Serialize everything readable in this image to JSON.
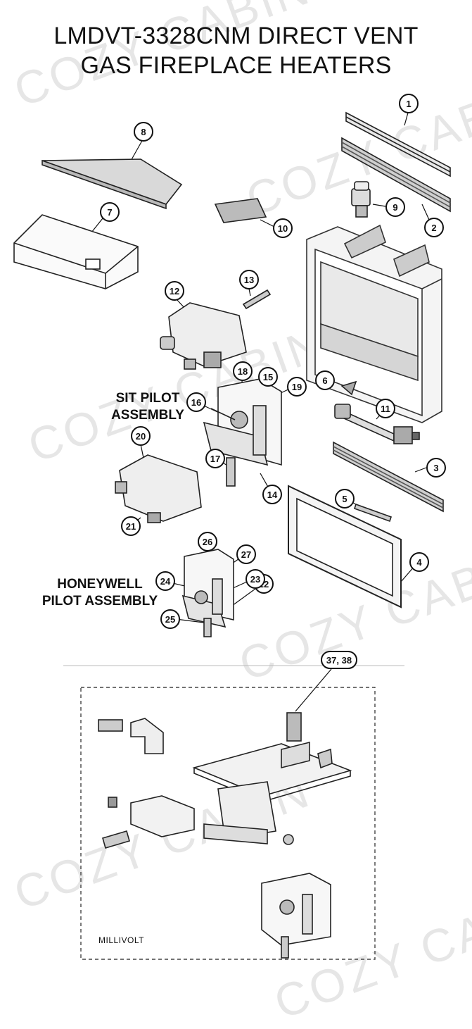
{
  "title": {
    "line1": "LMDVT-3328CNM DIRECT VENT",
    "line2": "GAS FIREPLACE HEATERS"
  },
  "labels": {
    "sit_pilot": "SIT PILOT\nASSEMBLY",
    "honeywell_pilot": "HONEYWELL\nPILOT ASSEMBLY",
    "millivolt": "MILLIVOLT"
  },
  "watermark": "COZY CABIN",
  "callouts": {
    "c1": "1",
    "c2": "2",
    "c3": "3",
    "c4": "4",
    "c5": "5",
    "c6": "6",
    "c7": "7",
    "c8": "8",
    "c9": "9",
    "c10": "10",
    "c11": "11",
    "c12": "12",
    "c13": "13",
    "c14": "14",
    "c15": "15",
    "c16": "16",
    "c17": "17",
    "c18": "18",
    "c19": "19",
    "c20": "20",
    "c21": "21",
    "c22": "22",
    "c23": "23",
    "c24": "24",
    "c25": "25",
    "c26": "26",
    "c27": "27",
    "c3738": "37, 38"
  }
}
